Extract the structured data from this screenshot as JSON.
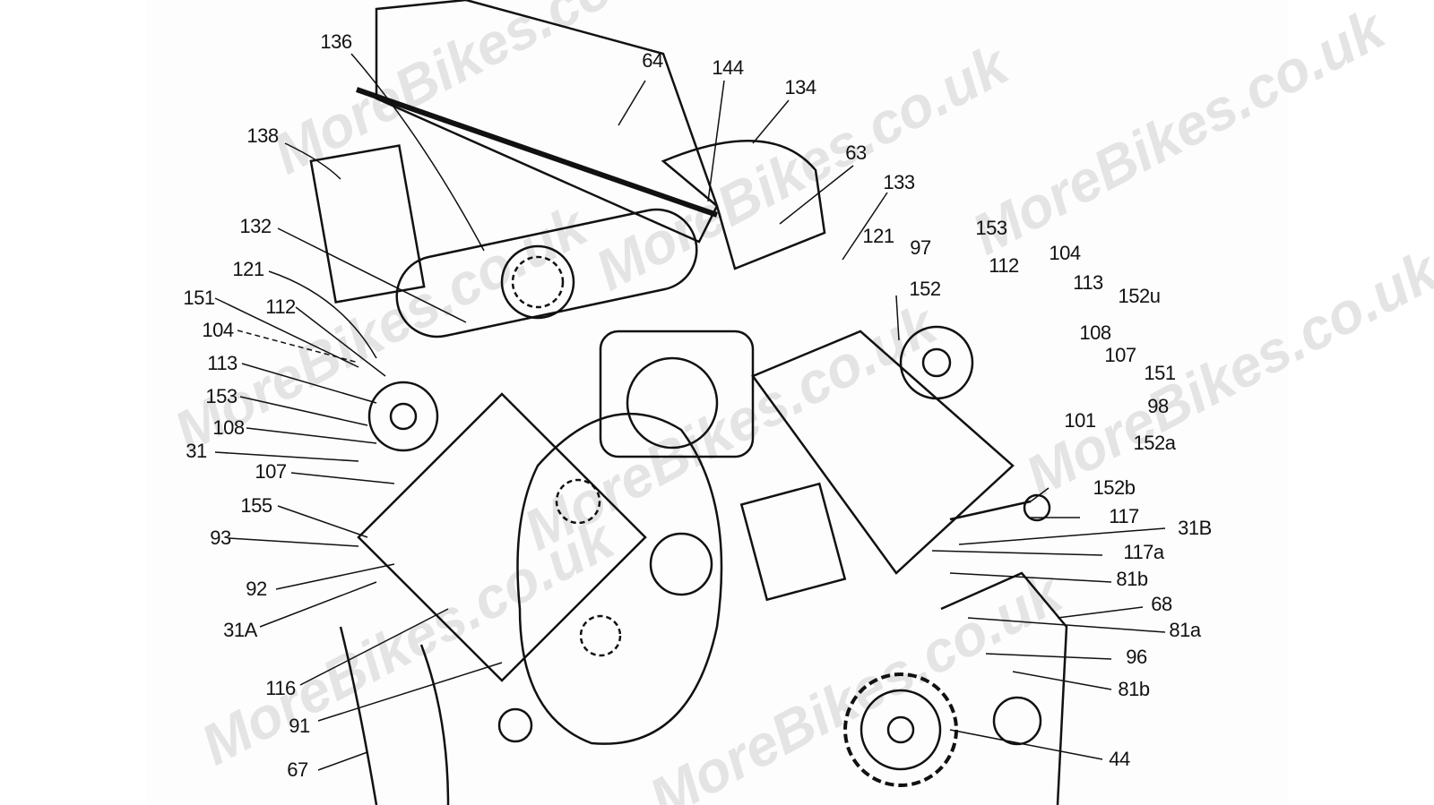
{
  "watermark": "MoreBikes.co.uk",
  "labels": [
    "136",
    "64",
    "144",
    "134",
    "138",
    "63",
    "133",
    "132",
    "121",
    "97",
    "153",
    "121",
    "112",
    "104",
    "151",
    "112",
    "152",
    "113",
    "152u",
    "104",
    "108",
    "107",
    "113",
    "151",
    "153",
    "98",
    "101",
    "108",
    "152a",
    "31",
    "152b",
    "107",
    "155",
    "117",
    "31B",
    "93",
    "117a",
    "92",
    "81b",
    "68",
    "31A",
    "81a",
    "96",
    "116",
    "81b",
    "91",
    "44",
    "67"
  ]
}
